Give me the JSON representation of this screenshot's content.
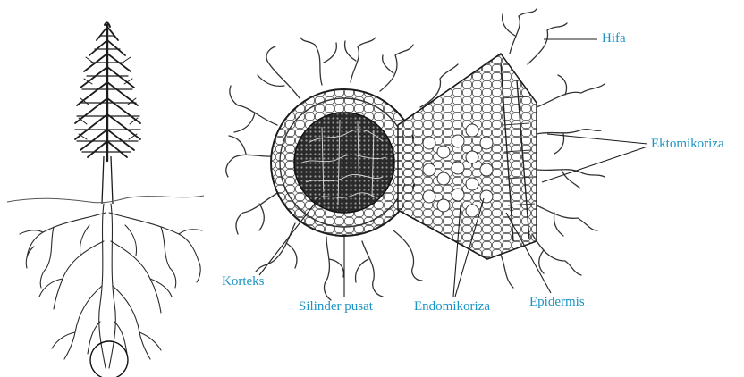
{
  "colors": {
    "label": "#1a93c4",
    "ink": "#1c1c1c",
    "background": "#ffffff"
  },
  "labels": {
    "hifa": "Hifa",
    "ektomikoriza": "Ektomikoriza",
    "korteks": "Korteks",
    "silinder_pusat": "Silinder pusat",
    "endomikoriza": "Endomikoriza",
    "epidermis": "Epidermis"
  }
}
